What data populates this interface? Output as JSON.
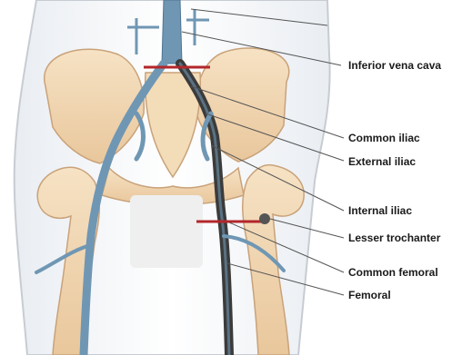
{
  "labels": {
    "inferior_vena_cava": "Inferior vena cava",
    "common_iliac": "Common iliac",
    "external_iliac": "External iliac",
    "internal_iliac": "Internal iliac",
    "lesser_trochanter": "Lesser trochanter",
    "common_femoral": "Common femoral",
    "femoral": "Femoral"
  },
  "colors": {
    "bone": "#f1d7b1",
    "bone_outline": "#c9a27a",
    "vein": "#6f97b4",
    "vein_dark": "#3b3b3b",
    "skin_outline": "#c7ccd3",
    "marker_red": "#b3262a",
    "leader": "#555555"
  }
}
